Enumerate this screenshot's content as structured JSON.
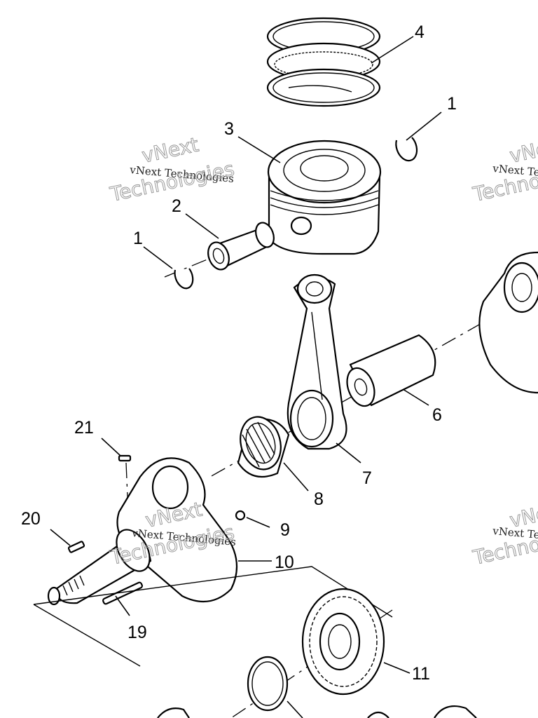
{
  "callouts": {
    "c1a": "1",
    "c1b": "1",
    "c2": "2",
    "c3": "3",
    "c4": "4",
    "c6": "6",
    "c7": "7",
    "c8": "8",
    "c9": "9",
    "c10": "10",
    "c11": "11",
    "c19": "19",
    "c20": "20",
    "c21": "21"
  },
  "watermark": {
    "brand": "vNext",
    "company": "vNext Technologies",
    "word": "Technologies"
  }
}
